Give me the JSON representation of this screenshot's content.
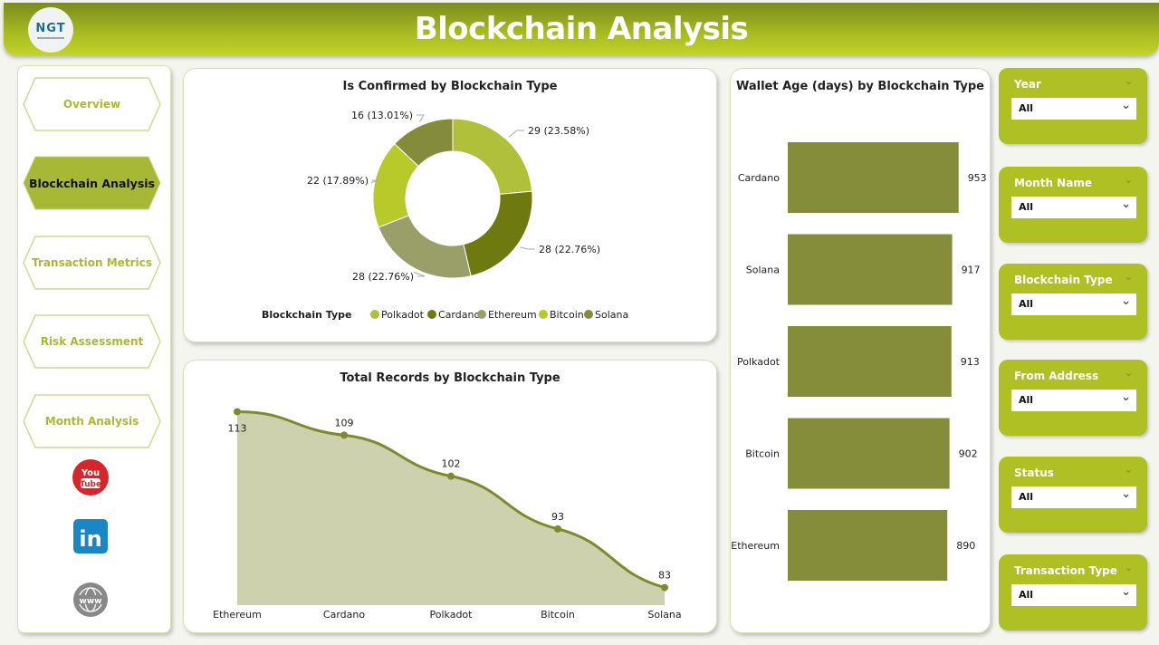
{
  "header": {
    "title": "Blockchain Analysis",
    "logo_text": "NGT"
  },
  "nav": {
    "items": [
      {
        "label": "Overview",
        "active": false
      },
      {
        "label": "Blockchain Analysis",
        "active": true
      },
      {
        "label": "Transaction Metrics",
        "active": false
      },
      {
        "label": "Risk Assessment",
        "active": false
      },
      {
        "label": "Month Analysis",
        "active": false
      }
    ],
    "social": [
      {
        "icon": "youtube-icon",
        "label": "You Tube"
      },
      {
        "icon": "linkedin-icon",
        "label": "in"
      },
      {
        "icon": "globe-icon",
        "label": "www"
      }
    ]
  },
  "colors": {
    "accent": "#afc024",
    "bar": "#858c3a",
    "area_fill": "#cdd1ae",
    "area_line": "#7f8a2e"
  },
  "slicers": [
    {
      "label": "Year",
      "value": "All"
    },
    {
      "label": "Month Name",
      "value": "All"
    },
    {
      "label": "Blockchain Type",
      "value": "All"
    },
    {
      "label": "From Address",
      "value": "All"
    },
    {
      "label": "Status",
      "value": "All"
    },
    {
      "label": "Transaction Type",
      "value": "All"
    }
  ],
  "chart_data": [
    {
      "type": "pie",
      "title": "Is Confirmed by Blockchain Type",
      "legend_title": "Blockchain Type",
      "legend_position": "bottom",
      "slices": [
        {
          "name": "Polkadot",
          "value": 29,
          "label": "29 (23.58%)",
          "color": "#b0c03a"
        },
        {
          "name": "Cardano",
          "value": 28,
          "label": "28 (22.76%)",
          "color": "#6e7a10"
        },
        {
          "name": "Ethereum",
          "value": 28,
          "label": "28 (22.76%)",
          "color": "#9a9e68"
        },
        {
          "name": "Bitcoin",
          "value": 22,
          "label": "22 (17.89%)",
          "color": "#b8c92a"
        },
        {
          "name": "Solana",
          "value": 16,
          "label": "16 (13.01%)",
          "color": "#848c3c"
        }
      ]
    },
    {
      "type": "area",
      "title": "Total Records by Blockchain Type",
      "categories": [
        "Ethereum",
        "Cardano",
        "Polkadot",
        "Bitcoin",
        "Solana"
      ],
      "values": [
        113,
        109,
        102,
        93,
        83
      ],
      "ylim": [
        80,
        114
      ]
    },
    {
      "type": "bar",
      "orientation": "horizontal",
      "title": "Wallet Age (days) by Blockchain Type",
      "categories": [
        "Cardano",
        "Solana",
        "Polkadot",
        "Bitcoin",
        "Ethereum"
      ],
      "values": [
        953,
        917,
        913,
        902,
        890
      ],
      "xlim": [
        0,
        1000
      ]
    }
  ]
}
